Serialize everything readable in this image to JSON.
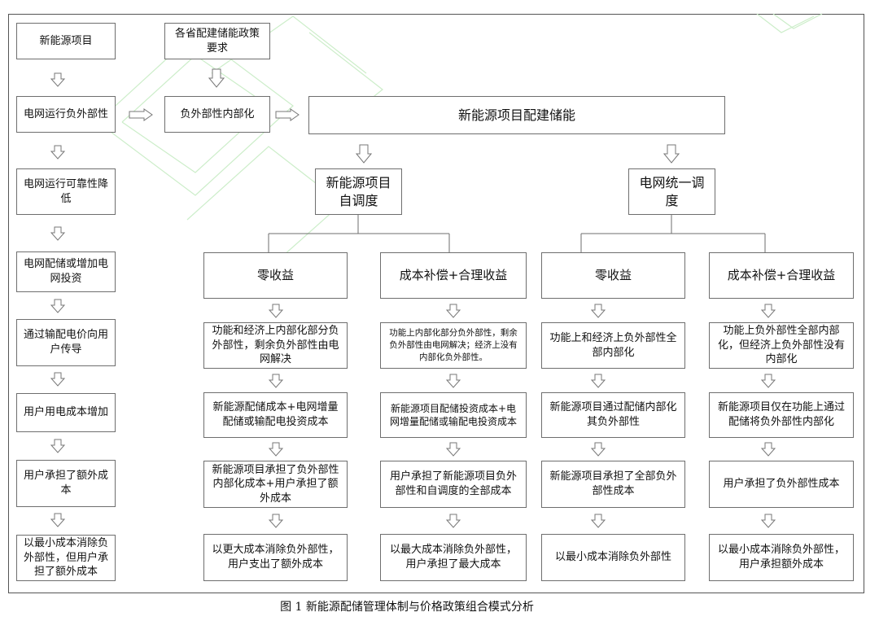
{
  "left_column": [
    "新能源项目",
    "电网运行负外部性",
    "电网运行可靠性降低",
    "电网配储或增加电网投资",
    "通过输配电价向用户传导",
    "用户用电成本增加",
    "用户承担了额外成本",
    "以最小成本消除负外部性，但用户承担了额外成本"
  ],
  "policy_box": "各省配建储能政策要求",
  "internalize_box": "负外部性内部化",
  "main_box": "新能源项目配建储能",
  "branches": [
    {
      "label": "新能源项目自调度",
      "cases": [
        {
          "title": "零收益",
          "steps": [
            "功能和经济上内部化部分负外部性，剩余负外部性由电网解决",
            "新能源配储成本+电网增量配储或输配电投资成本",
            "新能源项目承担了负外部性内部化成本+用户承担了额外成本",
            "以更大成本消除负外部性，用户支出了额外成本"
          ]
        },
        {
          "title": "成本补偿+合理收益",
          "steps": [
            "功能上内部化部分负外部性，剩余负外部性由电网解决；经济上没有内部化负外部性。",
            "新能源项目配储投资成本+电网增量配储或输配电投资成本",
            "用户承担了新能源项目负外部性和自调度的全部成本",
            "以最大成本消除负外部性，用户承担了最大成本"
          ]
        }
      ]
    },
    {
      "label": "电网统一调度",
      "cases": [
        {
          "title": "零收益",
          "steps": [
            "功能上和经济上负外部性全部内部化",
            "新能源项目通过配储内部化其负外部性",
            "新能源项目承担了全部负外部性成本",
            "以最小成本消除负外部性"
          ]
        },
        {
          "title": "成本补偿+合理收益",
          "steps": [
            "功能上负外部性全部内部化，但经济上负外部性没有内部化",
            "新能源项目仅在功能上通过配储将负外部性内部化",
            "用户承担了负外部性成本",
            "以最小成本消除负外部性，用户承担额外成本"
          ]
        }
      ]
    }
  ],
  "caption": {
    "figure_no": "图 1",
    "title": "新能源配储管理体制与价格政策组合模式分析"
  },
  "colors": {
    "border": "#6e6e6e",
    "arrow_stroke": "#777777",
    "watermark": "#c7ecc4"
  }
}
